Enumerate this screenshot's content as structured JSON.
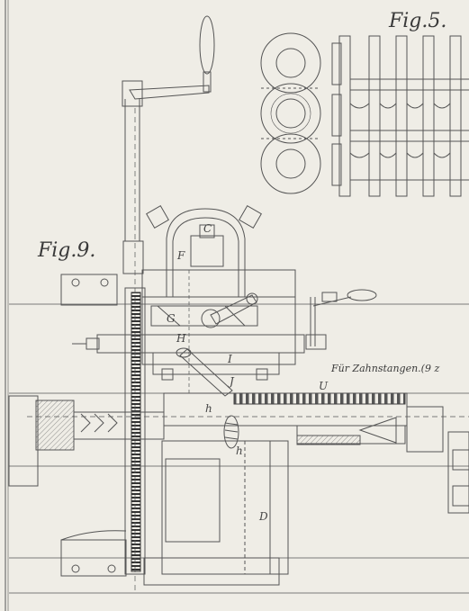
{
  "figures": {
    "fig5_caption": "Fig.5.",
    "fig9_caption": "Fig.9."
  },
  "annotation": {
    "text": "Für Zahnstangen.(9 z"
  },
  "labels": {
    "C": "C",
    "F": "F",
    "G": "G",
    "H": "H",
    "I": "I",
    "J": "J",
    "U": "U",
    "h1": "h",
    "h2": "h",
    "D": "D"
  },
  "colors": {
    "paper": "#efede6",
    "ink": "#555555",
    "hatch": "#6a6a6a",
    "rack": "#444444"
  }
}
